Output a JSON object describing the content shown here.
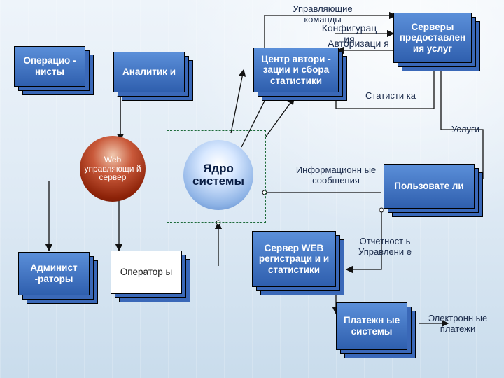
{
  "diagram": {
    "commands_label": "Управляющие команды",
    "config_label": "Конфигурац ия",
    "auth_label": "Авторизаци я",
    "providers_box": "Серверы предоставлен ия услуг",
    "operators_box": "Операцио - нисты",
    "analysts_box": "Аналитик и",
    "auth_center_box": "Центр автори - зации и сбора статистики",
    "stats_label": "Статисти ка",
    "services_label": "Услуги",
    "web_server_orb": "Web управляющи й сервер",
    "core_orb": "Ядро системы",
    "info_messages_label": "Информационн ые сообщения",
    "users_box": "Пользовате ли",
    "admins_box": "Админист -раторы",
    "opers_box": "Оператор ы",
    "reg_server_box": "Сервер WEB регистраци и и статистики",
    "mgmt_report_label": "Отчетност ь Управлени е",
    "payment_box": "Платежн ые системы",
    "epayments_label": "Электронн ые платежи"
  },
  "colors": {
    "box_blue": "#3a68b8",
    "wire": "#111111",
    "dashed_frame": "#1d6b3a",
    "orb_red": "#c9593a",
    "orb_blue": "#8fb4e6"
  }
}
